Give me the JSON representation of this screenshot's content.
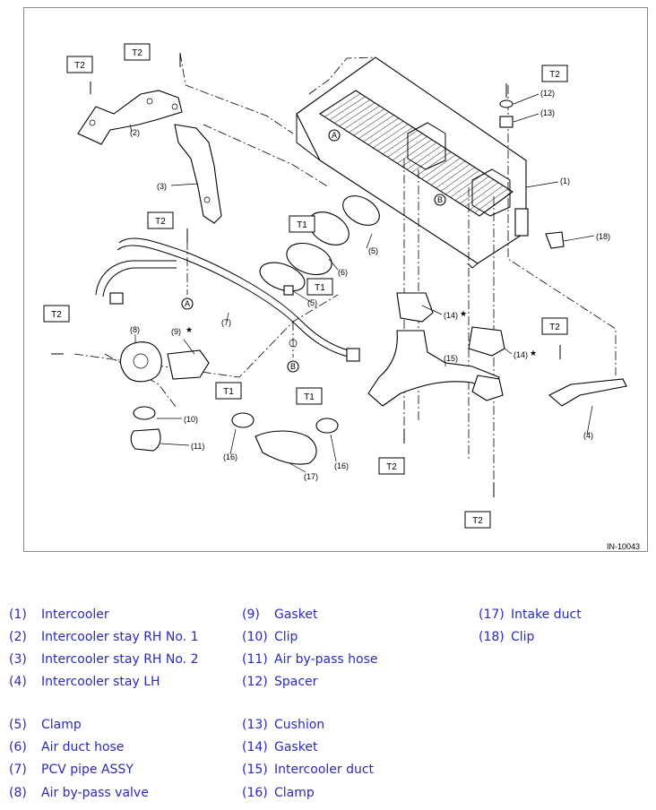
{
  "diagram": {
    "id_label": "IN-10043",
    "tags": {
      "t1": "T1",
      "t2": "T2"
    },
    "circle_a": "A",
    "circle_b": "B",
    "star": "★",
    "callouts": {
      "c1": "(1)",
      "c2": "(2)",
      "c3": "(3)",
      "c4": "(4)",
      "c5a": "(5)",
      "c5b": "(5)",
      "c6": "(6)",
      "c7": "(7)",
      "c8": "(8)",
      "c9": "(9)",
      "c10": "(10)",
      "c11": "(11)",
      "c12": "(12)",
      "c13": "(13)",
      "c14a": "(14)",
      "c14b": "(14)",
      "c15": "(15)",
      "c16a": "(16)",
      "c16b": "(16)",
      "c17": "(17)",
      "c18": "(18)"
    }
  },
  "legend": [
    {
      "num": "(1)",
      "label": "Intercooler"
    },
    {
      "num": "(2)",
      "label": "Intercooler stay RH No. 1"
    },
    {
      "num": "(3)",
      "label": "Intercooler stay RH No. 2"
    },
    {
      "num": "(4)",
      "label": "Intercooler stay LH"
    },
    {
      "num": "(5)",
      "label": "Clamp"
    },
    {
      "num": "(6)",
      "label": "Air duct hose"
    },
    {
      "num": "(7)",
      "label": "PCV pipe ASSY"
    },
    {
      "num": "(8)",
      "label": "Air by-pass valve"
    },
    {
      "num": "(9)",
      "label": "Gasket"
    },
    {
      "num": "(10)",
      "label": "Clip"
    },
    {
      "num": "(11)",
      "label": "Air by-pass hose"
    },
    {
      "num": "(12)",
      "label": "Spacer"
    },
    {
      "num": "(13)",
      "label": "Cushion"
    },
    {
      "num": "(14)",
      "label": "Gasket"
    },
    {
      "num": "(15)",
      "label": "Intercooler duct"
    },
    {
      "num": "(16)",
      "label": "Clamp"
    },
    {
      "num": "(17)",
      "label": "Intake duct"
    },
    {
      "num": "(18)",
      "label": "Clip"
    }
  ],
  "colors": {
    "legend_text": "#2b2bb8",
    "frame": "#888888"
  }
}
